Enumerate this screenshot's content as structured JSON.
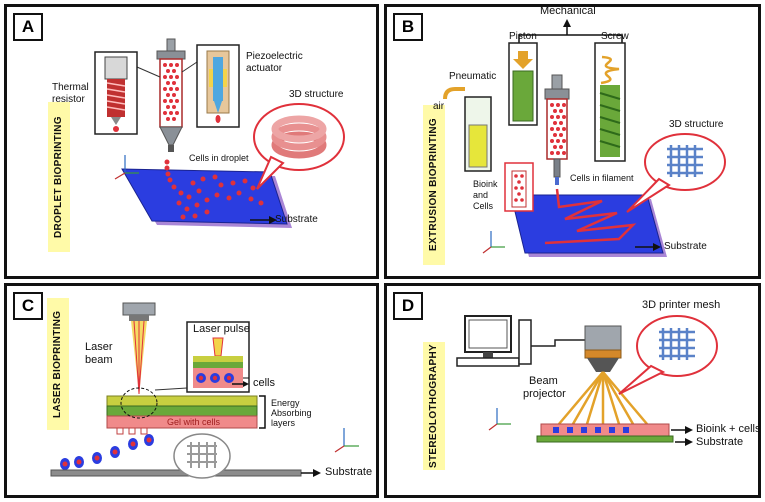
{
  "panels": {
    "a": {
      "label": "A",
      "title": "DROPLET BIOPRINTING",
      "thermal_line1": "Thermal",
      "thermal_line2": "resistor",
      "piezo_line1": "Piezoelectric",
      "piezo_line2": "actuator",
      "structure": "3D structure",
      "cells": "Cells in droplet",
      "substrate": "Substrate"
    },
    "b": {
      "label": "B",
      "title": "EXTRUSION BIOPRINTING",
      "mechanical": "Mechanical",
      "piston": "Piston",
      "screw": "Screw",
      "pneumatic": "Pneumatic",
      "air": "air",
      "structure": "3D structure",
      "bioink_line1": "Bioink",
      "bioink_line2": "and",
      "bioink_line3": "Cells",
      "cells": "Cells in filament",
      "substrate": "Substrate"
    },
    "c": {
      "label": "C",
      "title": "LASER BIOPRINTING",
      "laser_line1": "Laser",
      "laser_line2": "beam",
      "pulse": "Laser pulse",
      "cells": "cells",
      "energy_line1": "Energy",
      "energy_line2": "Absorbing",
      "energy_line3": "layers",
      "gel": "Gel with cells",
      "substrate": "Substrate"
    },
    "d": {
      "label": "D",
      "title": "STEREOLOTHOGRAPHY",
      "mesh": "3D printer mesh",
      "beam_line1": "Beam",
      "beam_line2": "projector",
      "bioink": "Bioink + cells",
      "substrate": "Substrate"
    }
  },
  "colors": {
    "substrate_blue": "#2b3de0",
    "droplet_red": "#e0313b",
    "highlight_yellow": "#fffaa8",
    "gold": "#e3a22a",
    "green": "#6aa83a"
  }
}
